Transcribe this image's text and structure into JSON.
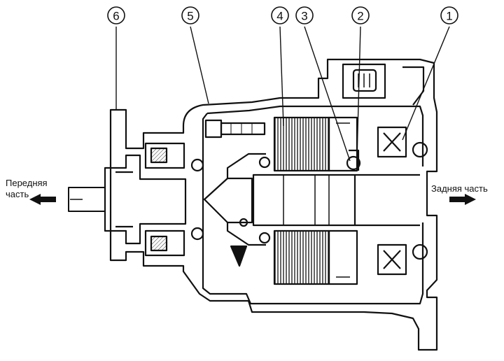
{
  "labels": {
    "front": [
      "Передняя",
      "часть"
    ],
    "rear": "Задняя часть"
  },
  "callouts": [
    "1",
    "2",
    "3",
    "4",
    "5",
    "6"
  ]
}
